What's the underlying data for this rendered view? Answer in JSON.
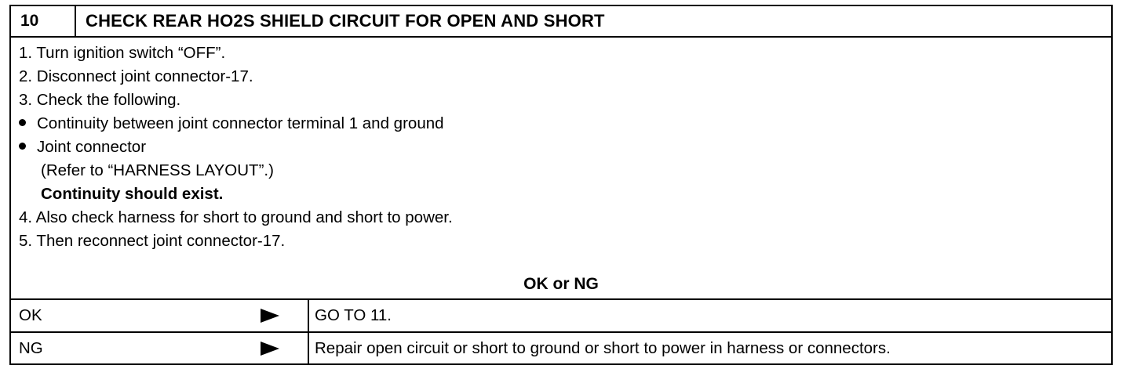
{
  "header": {
    "step_number": "10",
    "title": "CHECK REAR HO2S SHIELD CIRCUIT FOR OPEN AND SHORT"
  },
  "procedure": {
    "step1": "1. Turn ignition switch “OFF”.",
    "step2": "2. Disconnect joint connector-17.",
    "step3": "3. Check the following.",
    "bullet1": "Continuity between joint connector terminal 1 and ground",
    "bullet2": "Joint connector",
    "bullet2_ref": "(Refer to “HARNESS LAYOUT”.)",
    "expectation": "Continuity should exist.",
    "step4": "4. Also check harness for short to ground and short to power.",
    "step5": "5. Then reconnect joint connector-17."
  },
  "result_header": "OK or NG",
  "results": [
    {
      "label": "OK",
      "action": "GO TO 11."
    },
    {
      "label": "NG",
      "action": "Repair open circuit or short to ground or short to power in harness or connectors."
    }
  ]
}
